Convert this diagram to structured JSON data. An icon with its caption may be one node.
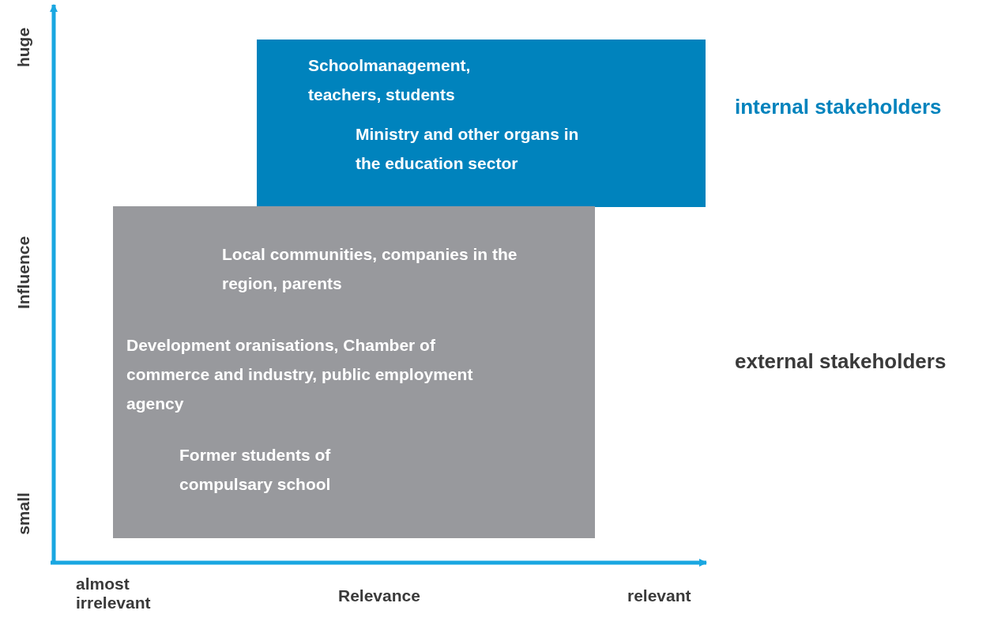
{
  "diagram": {
    "nodes": [
      {
        "text": [
          "Schoolmanagement, teachers, students",
          "Ministry and other organs in the education sector"
        ]
      },
      {
        "text": [
          "Local communities, companies in the region, parents",
          "Development oranisations, Chamber of commerce and industry, public employment agency",
          "Former students of compulsary school"
        ]
      }
    ],
    "edges": [],
    "labels": [
      "huge",
      "internal stakeholders",
      "Influence",
      "external stakeholders",
      "small",
      "almost irrelevant",
      "Relevance",
      "relevant"
    ]
  }
}
